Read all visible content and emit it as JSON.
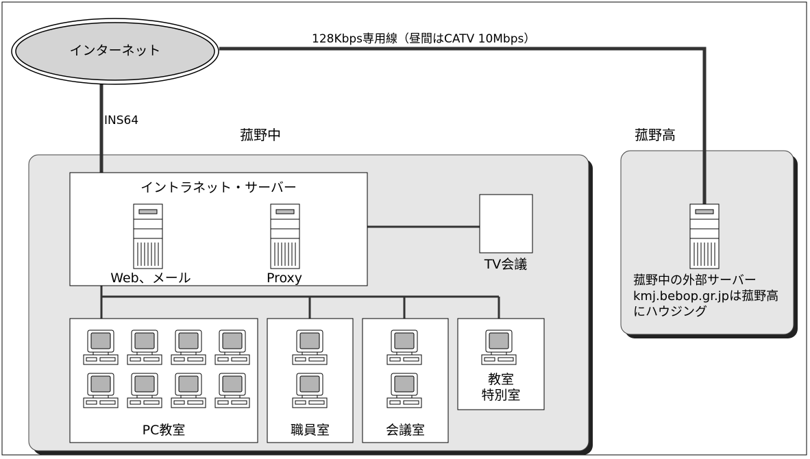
{
  "internet": {
    "label": "インターネット"
  },
  "wan_link": {
    "label": "128Kbps専用線（昼間はCATV 10Mbps）"
  },
  "isdn_link": {
    "label": "INS64"
  },
  "school_mid": {
    "label": "菰野中",
    "intranet": {
      "label": "イントラネット・サーバー",
      "servers": [
        {
          "label": "Web、メール"
        },
        {
          "label": "Proxy"
        }
      ]
    },
    "tv_conference": {
      "label": "TV会議"
    },
    "rooms": [
      {
        "label": "PC教室"
      },
      {
        "label": "職員室"
      },
      {
        "label": "会議室"
      },
      {
        "label": "教室\n特別室"
      }
    ]
  },
  "school_high": {
    "label": "菰野高",
    "server_caption": "菰野中の外部サーバー\nkmj.bebop.gr.jpは菰野高\nにハウジング"
  },
  "colors": {
    "panel": "#e6e6e6",
    "shadow": "#222222",
    "internet_fill": "#d4d4d4"
  }
}
